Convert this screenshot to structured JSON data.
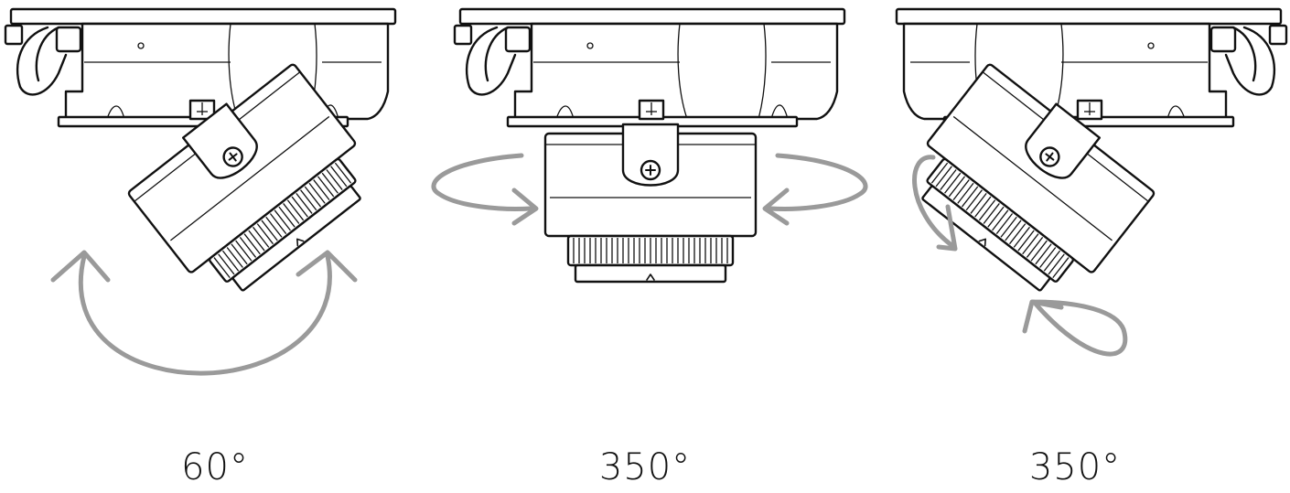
{
  "panels": [
    {
      "caption": "60°",
      "motion": "tilt"
    },
    {
      "caption": "350°",
      "motion": "pan-rotate"
    },
    {
      "caption": "350°",
      "motion": "lens-rotate"
    }
  ],
  "colors": {
    "line": "#111111",
    "arrow": "#9a9a9a",
    "background": "#ffffff"
  }
}
